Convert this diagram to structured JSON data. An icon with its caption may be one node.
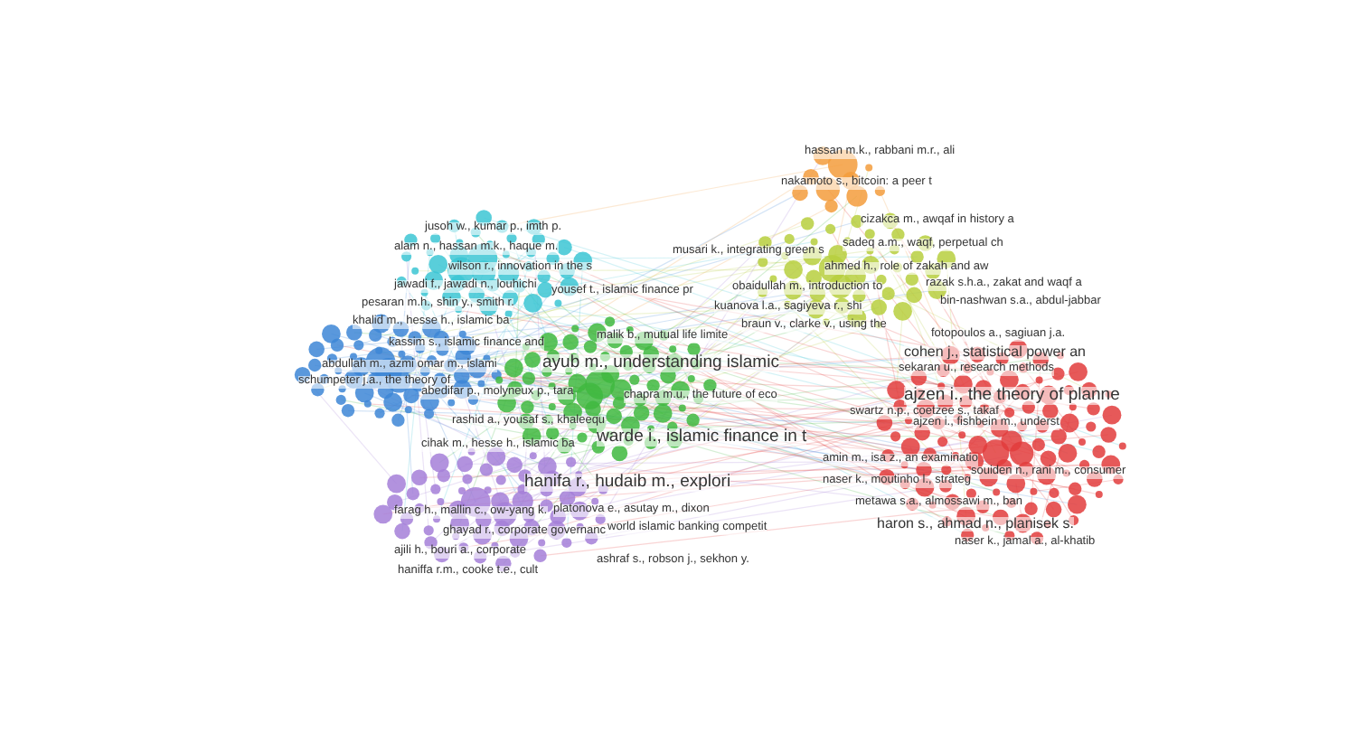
{
  "diagram": {
    "labels": [
      "hassan m.k., rabbani m.r., ali",
      "nakamoto s., bitcoin: a peer t",
      "cizakca m., awqaf in history a",
      "jusoh w., kumar p., imth p.",
      "sadeq a.m., waqf, perpetual ch",
      "alam n., hassan m.k., haque m.",
      "musari k., integrating green s",
      "wilson r., innovation in the s",
      "ahmed h., role of zakah and aw",
      "jawadi f., jawadi n., louhichi",
      "razak s.h.a., zakat and waqf a",
      "obaidullah m., introduction to",
      "yousef t., islamic finance pr",
      "pesaran m.h., shin y., smith r.",
      "bin-nashwan s.a., abdul-jabbar",
      "kuanova l.a., sagiyeva r., shi",
      "khalid m., hesse h., islamic ba",
      "braun v., clarke v., using the",
      "fotopoulos a., sagiuan j.a.",
      "malik b., mutual life limite",
      "kassim s., islamic finance and",
      "cohen j., statistical power an",
      "ayub m., understanding islamic",
      "abdullah m., azmi omar m., islami",
      "sekaran u., research methods",
      "schumpeter j.a., the theory of",
      "ajzen i., the theory of planne",
      "abedifar p., molyneux p., tara",
      "chapra m.u., the future of eco",
      "swartz n.p., coetzee s., takaf",
      "ajzen i., fishbein m., underst",
      "rashid a., yousaf s., khaleequ",
      "warde i., islamic finance in t",
      "cihak m., hesse h., islamic ba",
      "amin m., isa z., an examinatio",
      "souiden n., rani m., consumer",
      "naser k., moutinho l., strateg",
      "hanifa r., hudaib m., explori",
      "metawa s.a., almossawi m., ban",
      "platonova e., asutay m., dixon",
      "farag h., mallin c., ow-yang k.",
      "haron s., ahmad n., planisek s.",
      "world islamic banking competit",
      "ghayad r., corporate governanc",
      "naser k., jamal a., al-khatib",
      "ajili h., bouri a., corporate",
      "ashraf s., robson j., sekhon y.",
      "haniffa r.m., cooke t.e., cult"
    ]
  }
}
